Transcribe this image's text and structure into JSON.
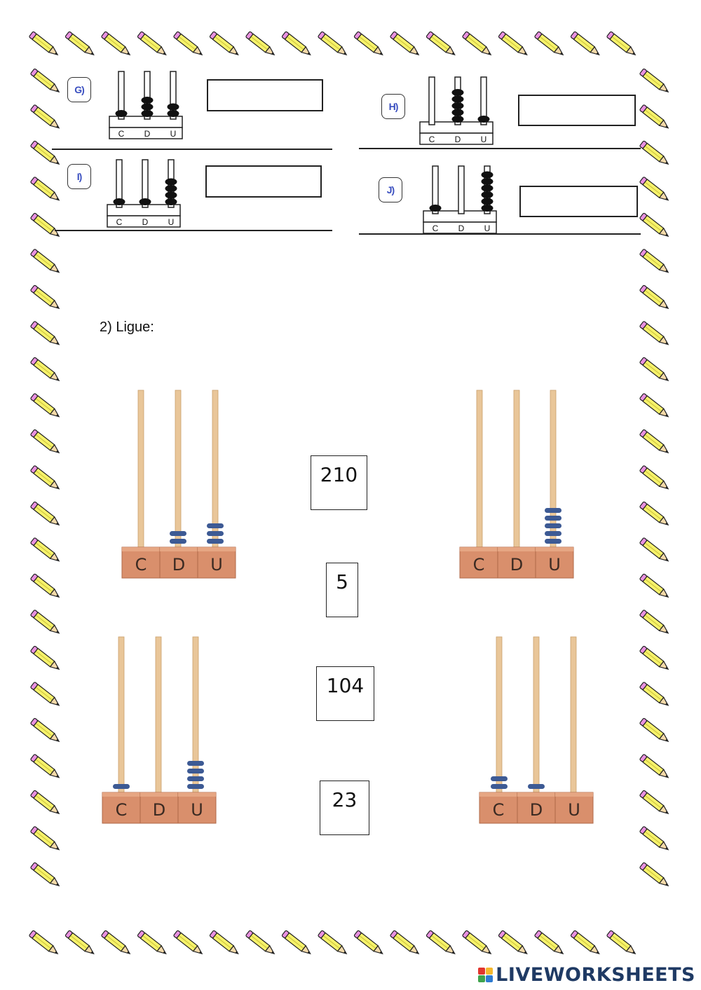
{
  "colors": {
    "pencil_body": "#f7f26a",
    "pencil_eraser": "#e991e0",
    "bead_dark": "#111111",
    "bead_blue": "#3d5a94",
    "rod_wood": "#e9c699",
    "block_brick": "#d98f6c",
    "badge_text": "#3a4fc0",
    "brand_text": "#1f3a64"
  },
  "exercise1": {
    "column_labels": [
      "C",
      "D",
      "U"
    ],
    "items": [
      {
        "label": "G)",
        "beads": [
          1,
          3,
          2
        ]
      },
      {
        "label": "H)",
        "beads": [
          0,
          5,
          1
        ]
      },
      {
        "label": "I)",
        "beads": [
          1,
          1,
          4
        ]
      },
      {
        "label": "J)",
        "beads": [
          1,
          0,
          6
        ]
      }
    ]
  },
  "exercise2": {
    "instruction": "2)  Ligue:",
    "column_labels": [
      "C",
      "D",
      "U"
    ],
    "abacuses": [
      {
        "beads": [
          0,
          2,
          3
        ]
      },
      {
        "beads": [
          0,
          0,
          5
        ]
      },
      {
        "beads": [
          1,
          0,
          4
        ]
      },
      {
        "beads": [
          2,
          1,
          0
        ]
      }
    ],
    "numbers": [
      "210",
      "5",
      "104",
      "23"
    ]
  },
  "brand": {
    "text": "LIVEWORKSHEETS",
    "icon": "liveworksheets-logo-icon"
  }
}
